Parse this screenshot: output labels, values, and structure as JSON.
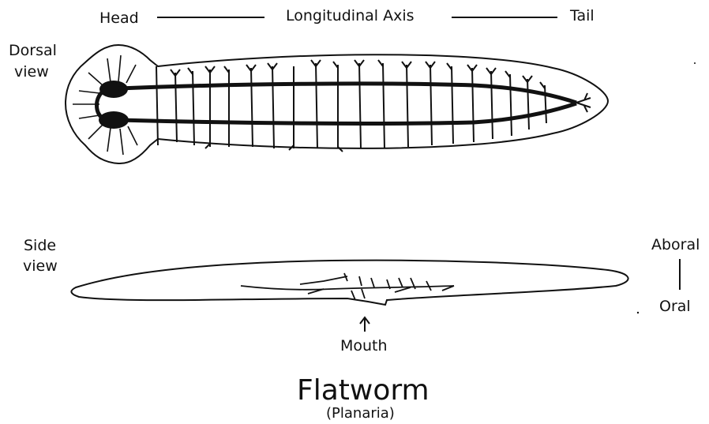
{
  "axis": {
    "head": "Head",
    "axis_label": "Longitudinal Axis",
    "tail": "Tail"
  },
  "dorsal": {
    "label_line1": "Dorsal",
    "label_line2": "view"
  },
  "side": {
    "label_line1": "Side",
    "label_line2": "view"
  },
  "orientation": {
    "top": "Aboral",
    "bottom": "Oral"
  },
  "mouth_label": "Mouth",
  "title": "Flatworm",
  "subtitle": "(Planaria)",
  "colors": {
    "ink": "#111111",
    "background": "#ffffff"
  }
}
